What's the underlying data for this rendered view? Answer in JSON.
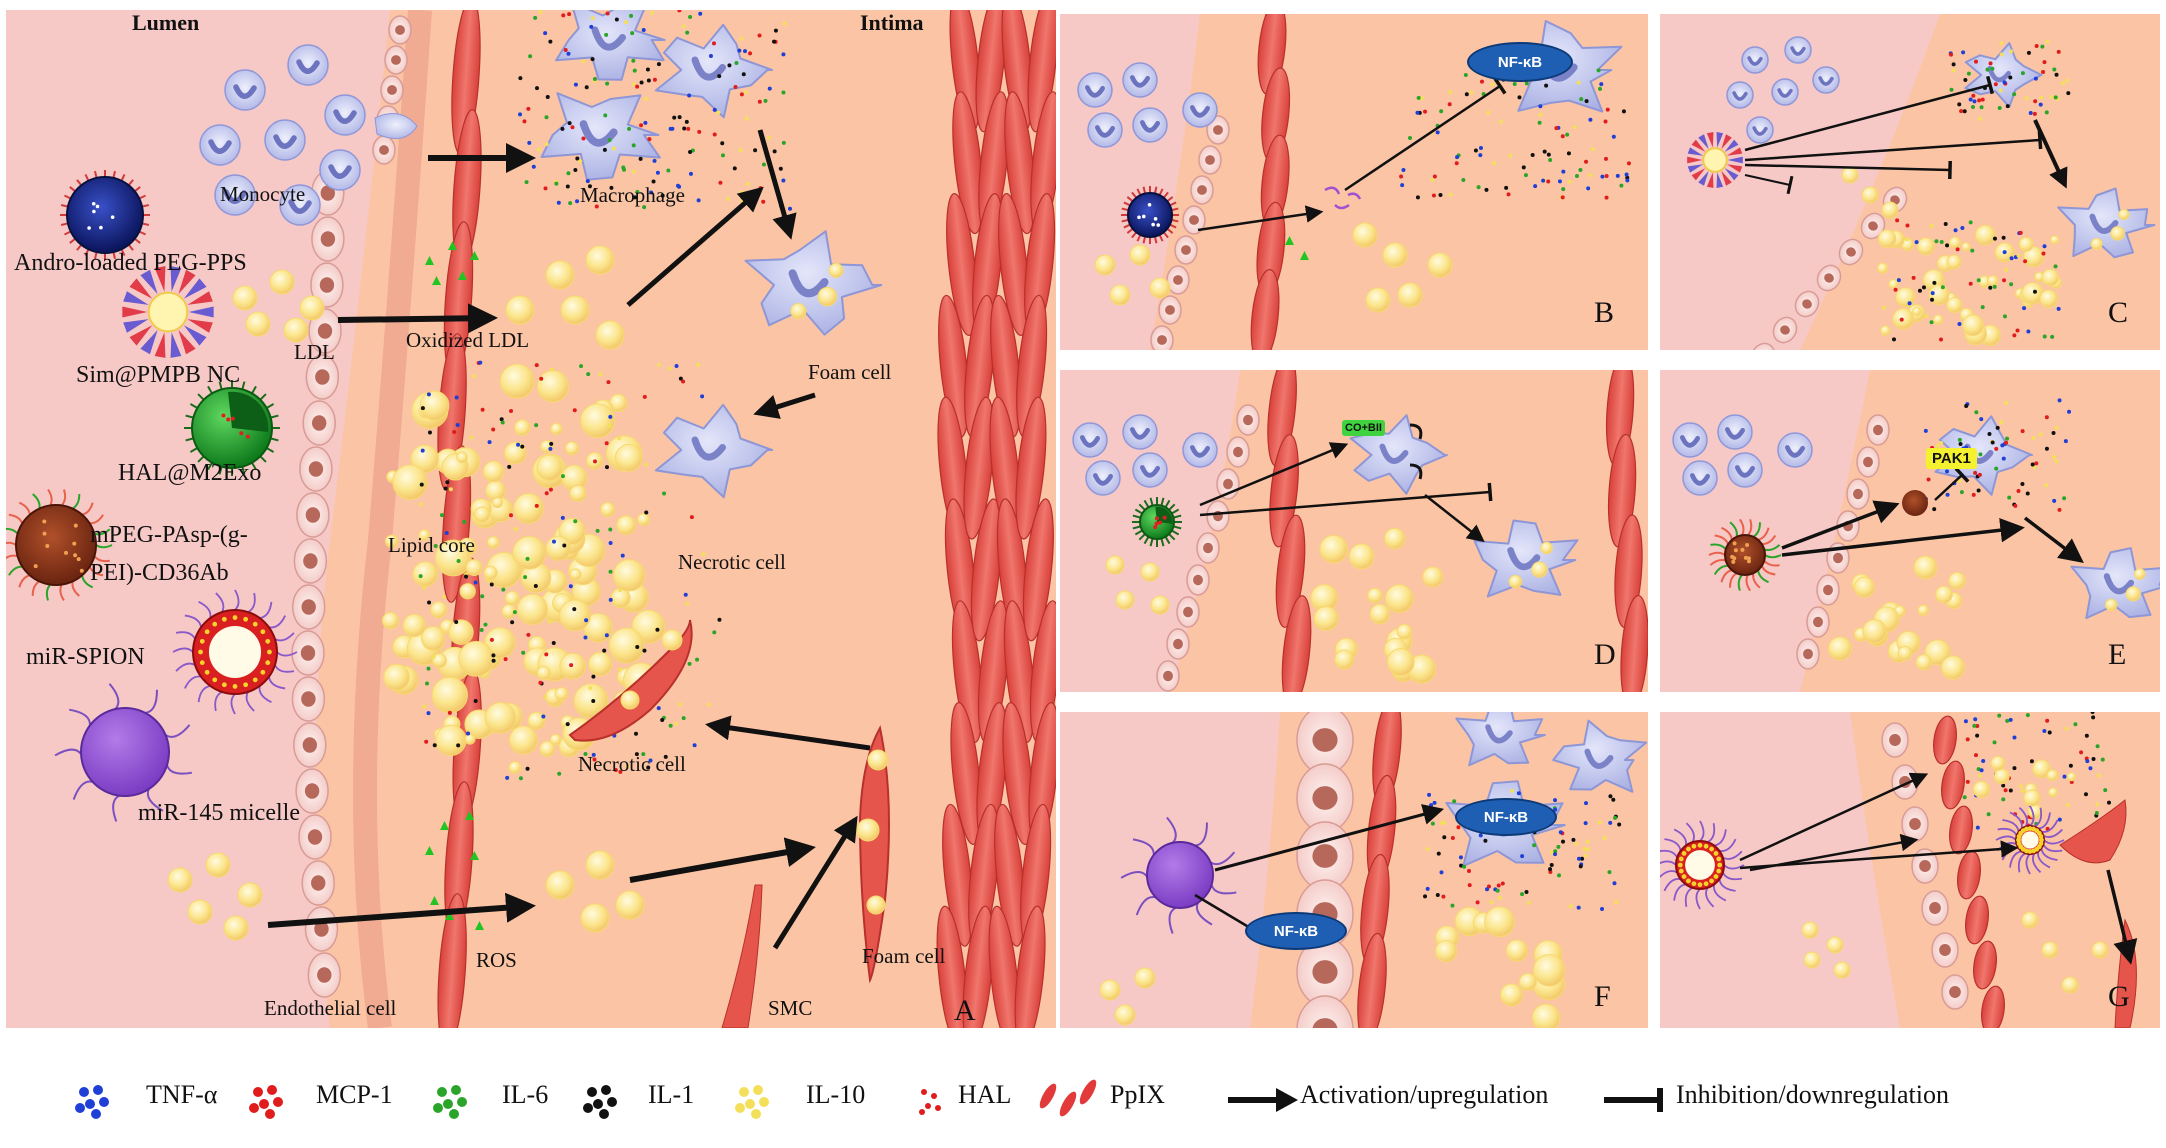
{
  "panelA": {
    "lumen": "Lumen",
    "intima": "Intima",
    "monocyte": "Monocyte",
    "macrophage": "Macrophage",
    "andro": "Andro-loaded PEG-PPS",
    "sim": "Sim@PMPB NC",
    "ldl": "LDL",
    "oxidized_ldl": "Oxidized LDL",
    "foam_cell_top": "Foam cell",
    "hal": "HAL@M2Exo",
    "mpeg_line1": "mPEG-PAsp-(g-",
    "mpeg_line2": "PEI)-CD36Ab",
    "lipid_core": "Lipid core",
    "necrotic_top": "Necrotic cell",
    "mirspion": "miR-SPION",
    "necrotic_bottom": "Necrotic cell",
    "mir145": "miR-145 micelle",
    "ros": "ROS",
    "endothelial": "Endothelial cell",
    "smc": "SMC",
    "foam_cell_bottom": "Foam cell",
    "letter": "A"
  },
  "panels": {
    "B": {
      "letter": "B",
      "pill": "NF-κB"
    },
    "C": {
      "letter": "C"
    },
    "D": {
      "letter": "D",
      "tag": "CO+BII"
    },
    "E": {
      "letter": "E",
      "tag": "PAK1"
    },
    "F": {
      "letter": "F",
      "pill1": "NF-κB",
      "pill2": "NF-κB"
    },
    "G": {
      "letter": "G"
    }
  },
  "legend": {
    "tnf": "TNF-α",
    "mcp": "MCP-1",
    "il6": "IL-6",
    "il1": "IL-1",
    "il10": "IL-10",
    "hal": "HAL",
    "ppix": "PpIX",
    "activation": "Activation/upregulation",
    "inhibition": "Inhibition/downregulation"
  },
  "colors": {
    "lumen": "#f6c9c7",
    "intima": "#fbc5a5",
    "smc": "#e8534b",
    "macrophage": "#b7bde8",
    "lipid": "#fbe58c",
    "tnf": "#1f3fd6",
    "mcp": "#e01c1c",
    "il6": "#2aa52a",
    "il1": "#111111",
    "il10": "#f4df5a"
  }
}
